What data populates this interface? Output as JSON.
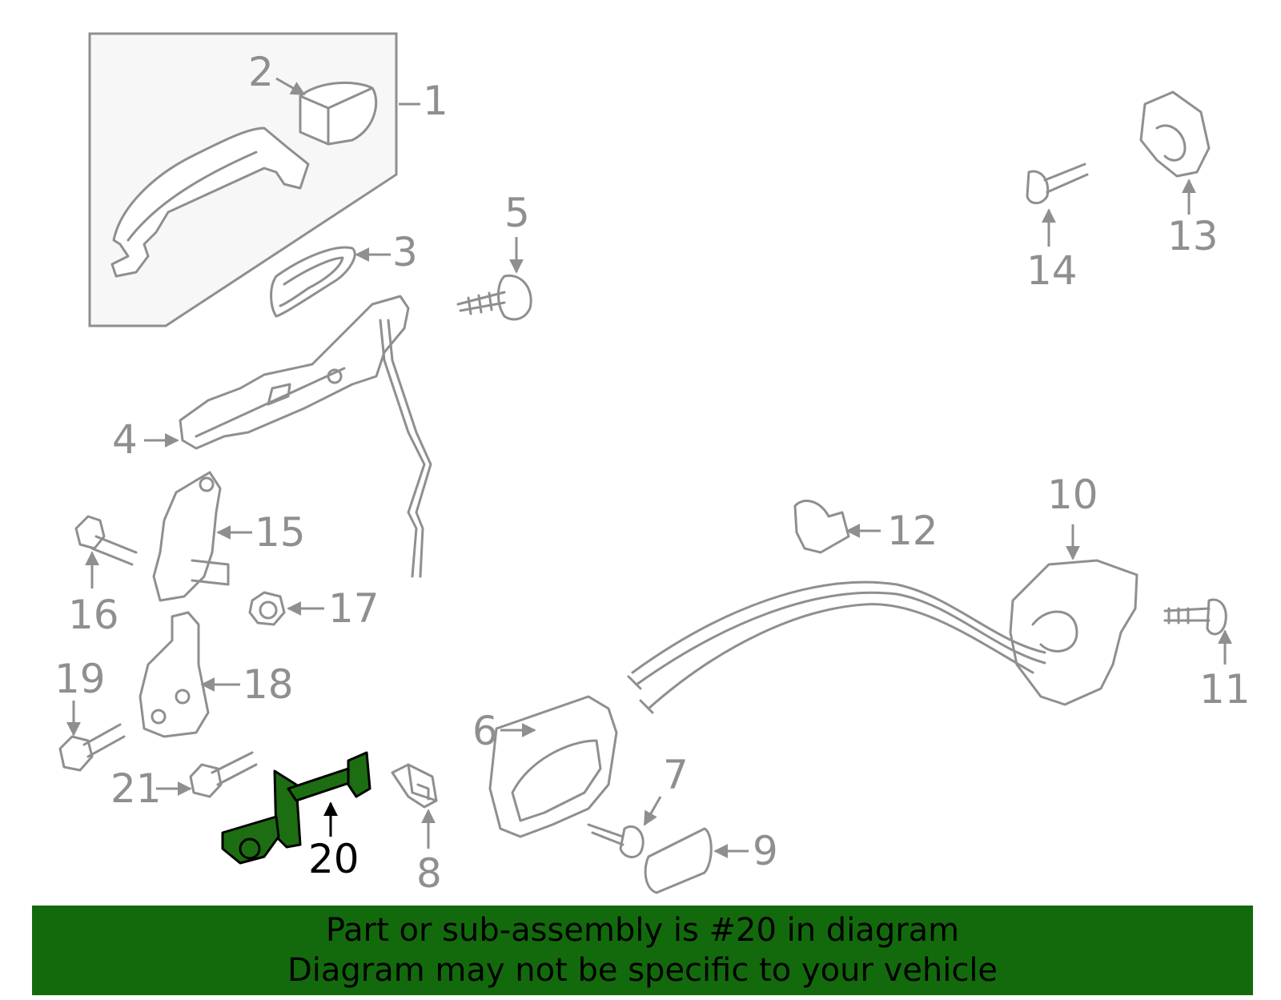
{
  "colors": {
    "line": "#8f8f8f",
    "highlight": "#1d6e12",
    "banner": "#136a0c",
    "text": "#000000"
  },
  "callouts": {
    "c1": "1",
    "c2": "2",
    "c3": "3",
    "c4": "4",
    "c5": "5",
    "c6": "6",
    "c7": "7",
    "c8": "8",
    "c9": "9",
    "c10": "10",
    "c11": "11",
    "c12": "12",
    "c13": "13",
    "c14": "14",
    "c15": "15",
    "c16": "16",
    "c17": "17",
    "c18": "18",
    "c19": "19",
    "c20": "20",
    "c21": "21"
  },
  "highlighted_part": "20",
  "banner": {
    "line1": "Part or sub-assembly is #20 in diagram",
    "line2": "Diagram may not be specific to your vehicle"
  }
}
